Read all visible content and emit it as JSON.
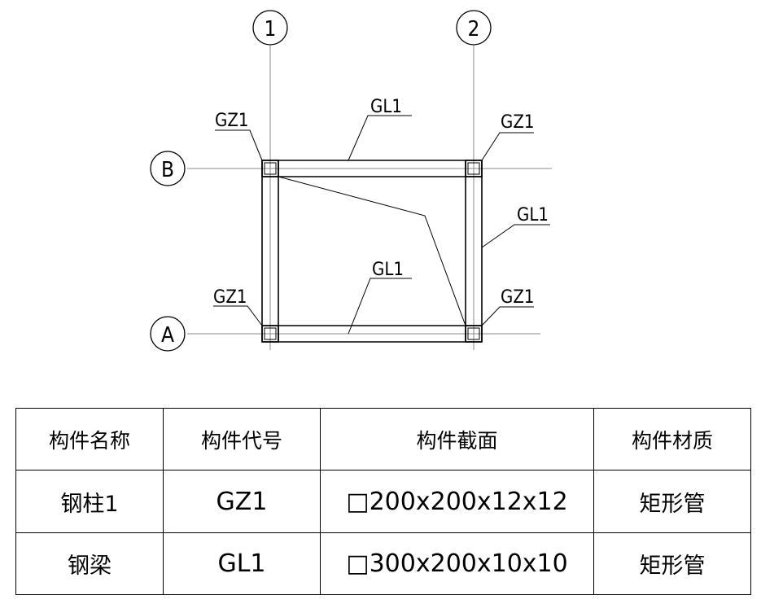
{
  "drawing": {
    "axes": {
      "columns": [
        "1",
        "2"
      ],
      "rows": [
        "B",
        "A"
      ]
    },
    "labels": {
      "gz1_top_left": "GZ1",
      "gz1_top_right": "GZ1",
      "gz1_bottom_left": "GZ1",
      "gz1_bottom_right": "GZ1",
      "gl1_top": "GL1",
      "gl1_right": "GL1",
      "gl1_bottom": "GL1"
    }
  },
  "table": {
    "headers": [
      "构件名称",
      "构件代号",
      "构件截面",
      "构件材质"
    ],
    "rows": [
      {
        "name": "钢柱1",
        "code": "GZ1",
        "section": "□200x200x12x12",
        "material": "矩形管"
      },
      {
        "name": "钢梁",
        "code": "GL1",
        "section": "□300x200x10x10",
        "material": "矩形管"
      }
    ]
  }
}
